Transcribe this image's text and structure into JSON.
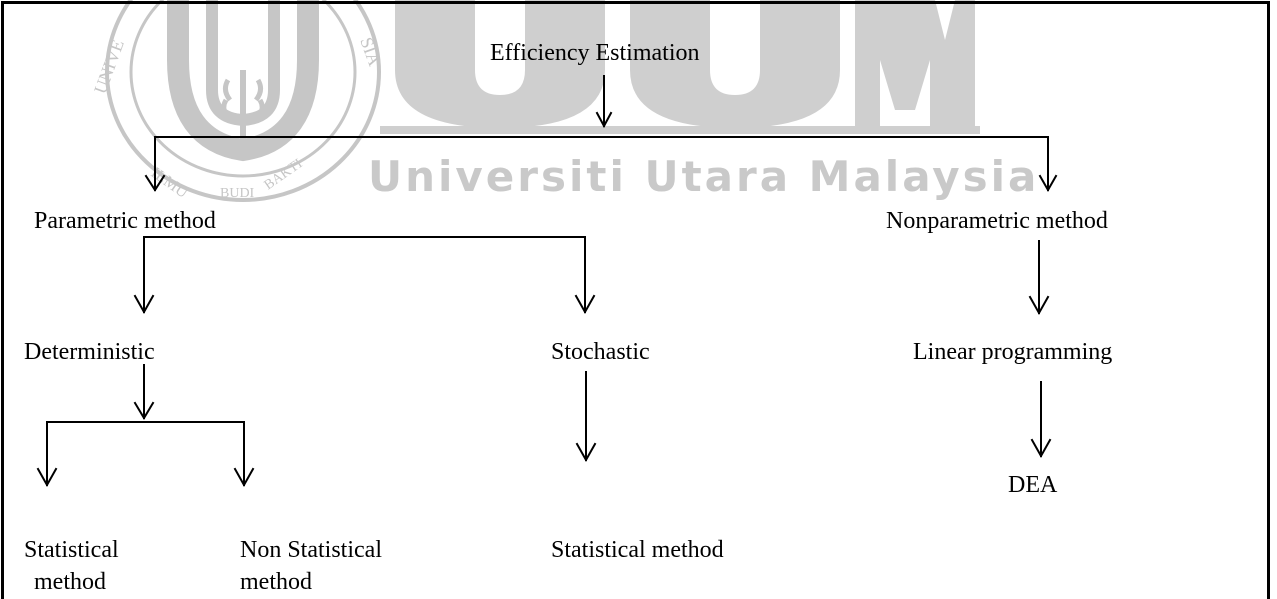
{
  "watermark": {
    "monogram": "UUM",
    "name": "Universiti Utara Malaysia",
    "seal_text": "UNIVERSITI UTARA MALAYSIA · ILMU BUDI BAKTI",
    "color": "#c9c9c9"
  },
  "nodes": {
    "root": "Efficiency Estimation",
    "parametric": "Parametric method",
    "nonparametric": "Nonparametric method",
    "deterministic": "Deterministic",
    "stochastic": "Stochastic",
    "linear_programming": "Linear programming",
    "dea": "DEA",
    "statistical_line1": "Statistical",
    "statistical_line2": "method",
    "non_statistical_line1": "Non Statistical",
    "non_statistical_line2": "method",
    "stochastic_statistical": "Statistical method"
  }
}
